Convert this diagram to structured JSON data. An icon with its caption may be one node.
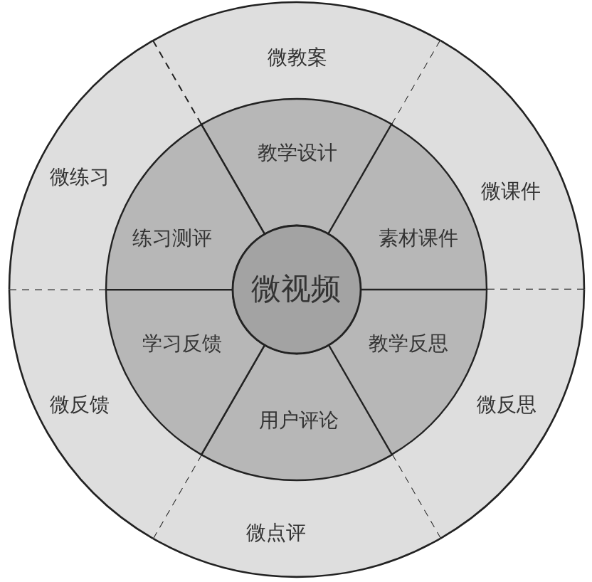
{
  "diagram": {
    "nodes": [
      {
        "text": [
          "微视频"
        ]
      },
      {
        "text": [
          "教学设计"
        ]
      },
      {
        "text": [
          "素材课件"
        ]
      },
      {
        "text": [
          "教学反思"
        ]
      },
      {
        "text": [
          "用户评论"
        ]
      },
      {
        "text": [
          "学习反馈"
        ]
      },
      {
        "text": [
          "练习测评"
        ]
      },
      {
        "text": [
          "微教案"
        ]
      },
      {
        "text": [
          "微课件"
        ]
      },
      {
        "text": [
          "微反思"
        ]
      },
      {
        "text": [
          "微点评"
        ]
      },
      {
        "text": [
          "微反馈"
        ]
      },
      {
        "text": [
          "微练习"
        ]
      }
    ]
  }
}
